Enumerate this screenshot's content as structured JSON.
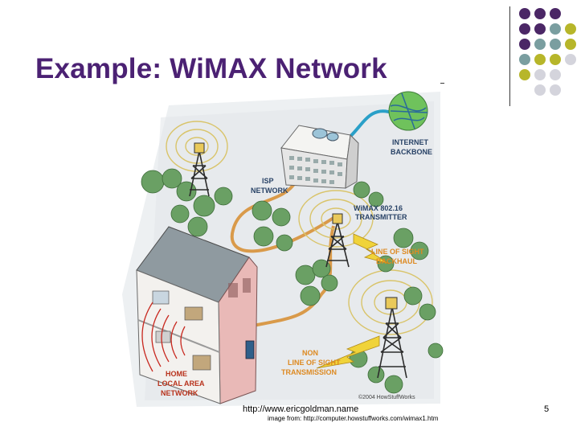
{
  "slide": {
    "title": "Example: WiMAX Network",
    "footer_url": "http://www.ericgoldman.name",
    "image_credit": "image from: http://computer.howstuffworks.com/wimax1.htm",
    "page_number": "5"
  },
  "figure": {
    "labels": {
      "internet_backbone": [
        "INTERNET",
        "BACKBONE"
      ],
      "isp_network": [
        "ISP",
        "NETWORK"
      ],
      "wimax_transmitter": [
        "WiMAX 802.16",
        "TRANSMITTER"
      ],
      "line_of_sight": [
        "LINE OF SIGHT",
        "BACKHAUL"
      ],
      "non_line_of_sight": [
        "NON",
        "LINE OF SIGHT",
        "TRANSMISSION"
      ],
      "home_lan": [
        "HOME",
        "LOCAL AREA",
        "NETWORK"
      ],
      "copyright": "©2004 HowStuffWorks"
    }
  },
  "colors": {
    "title": "#4b2173",
    "dot_purple": "#4b2766",
    "dot_teal": "#7a9ea0",
    "dot_olive": "#b7b62a",
    "dot_gray": "#d4d4dc",
    "label_red": "#b8321c",
    "label_orange": "#dd8a22",
    "label_blue": "#284266"
  }
}
